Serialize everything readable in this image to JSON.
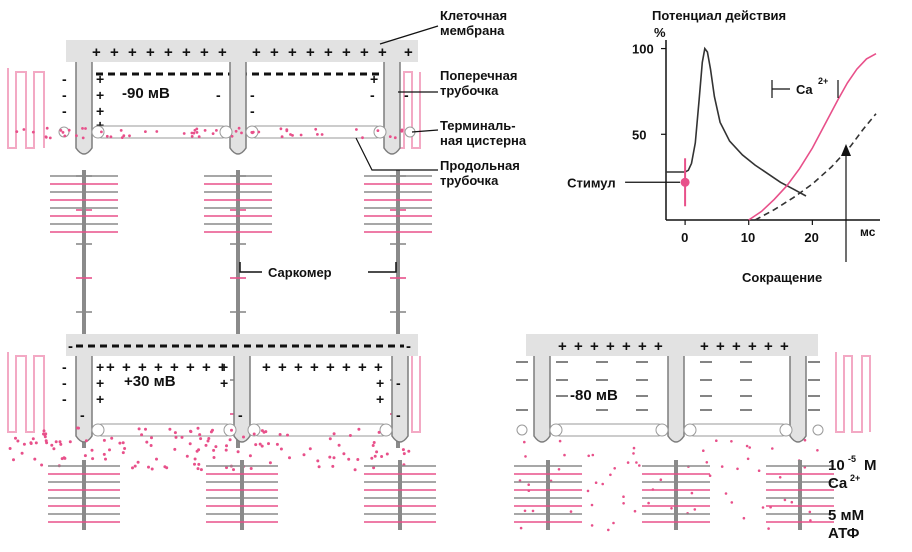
{
  "colors": {
    "membrane": "#e2e2e2",
    "tubule_outline": "#7d7d7d",
    "pink": "#e8508a",
    "pink_light": "#f3a9c4",
    "gray_line": "#8a8a8a",
    "text": "#111111"
  },
  "panel_top": {
    "membrane_sign_plus": "+",
    "membrane_sign_minus": "-",
    "potential": "-90 мВ",
    "labels": {
      "cell_membrane_1": "Клеточная",
      "cell_membrane_2": "мембрана",
      "t_tubule_1": "Поперечная",
      "t_tubule_2": "трубочка",
      "terminal_cistern_1": "Терминаль-",
      "terminal_cistern_2": "ная цистерна",
      "longitudinal_tubule_1": "Продольная",
      "longitudinal_tubule_2": "трубочка",
      "sarcomere": "Саркомер"
    }
  },
  "panel_bottom_left": {
    "potential": "+30 мВ"
  },
  "panel_bottom_right": {
    "potential": "-80 мВ",
    "conc_ca_value": "10",
    "conc_ca_exp": "-5",
    "conc_ca_unit": "М",
    "conc_ca_ion": "Ca",
    "conc_ca_charge": "2+",
    "conc_atp_value": "5 мМ",
    "conc_atp_label": "АТФ"
  },
  "chart_data": {
    "type": "line",
    "title": "Потенциал действия",
    "ylabel": "%",
    "xlabel": "мс",
    "xlim": [
      -3,
      30
    ],
    "ylim": [
      0,
      105
    ],
    "x_ticks": [
      0,
      10,
      20
    ],
    "y_ticks": [
      50,
      100
    ],
    "series": [
      {
        "name": "Потенциал действия",
        "color": "#333333",
        "style": "solid",
        "points": [
          [
            -3,
            28
          ],
          [
            0,
            28
          ],
          [
            0.5,
            29
          ],
          [
            1,
            33
          ],
          [
            1.6,
            45
          ],
          [
            2.2,
            70
          ],
          [
            2.7,
            92
          ],
          [
            3.1,
            100
          ],
          [
            3.5,
            98
          ],
          [
            4,
            88
          ],
          [
            4.6,
            72
          ],
          [
            5.5,
            57
          ],
          [
            7,
            46
          ],
          [
            9,
            38
          ],
          [
            11,
            32
          ],
          [
            13,
            27
          ],
          [
            15,
            22
          ],
          [
            17,
            18
          ],
          [
            19,
            14
          ]
        ]
      },
      {
        "name": "Ca",
        "color": "#e8508a",
        "style": "solid",
        "points": [
          [
            10,
            0
          ],
          [
            12,
            5
          ],
          [
            14,
            12
          ],
          [
            16,
            20
          ],
          [
            18,
            30
          ],
          [
            20,
            42
          ],
          [
            22,
            56
          ],
          [
            24,
            70
          ],
          [
            25.5,
            80
          ],
          [
            27,
            88
          ],
          [
            28.5,
            94
          ],
          [
            30,
            97
          ]
        ]
      },
      {
        "name": "Сокращение",
        "color": "#333333",
        "style": "dashed",
        "points": [
          [
            11,
            0
          ],
          [
            14,
            6
          ],
          [
            17,
            13
          ],
          [
            20,
            21
          ],
          [
            23,
            31
          ],
          [
            26,
            43
          ],
          [
            28,
            53
          ],
          [
            30,
            62
          ]
        ]
      }
    ],
    "annotations": {
      "stimulus": "Стимул",
      "stimulus_x": 0,
      "stimulus_y": 22,
      "ca_label": "Ca",
      "ca_charge": "2+",
      "contraction": "Сокращение"
    }
  }
}
